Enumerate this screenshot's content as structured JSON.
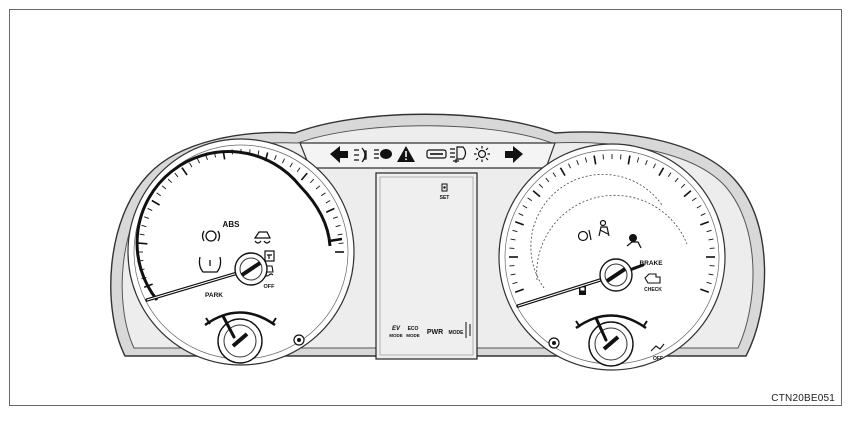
{
  "diagram": {
    "figure_code": "CTN20BE051",
    "left_gauge": {
      "abs_label": "ABS",
      "park_label": "PARK",
      "off_label": "OFF"
    },
    "center_display": {
      "set_label": "SET",
      "ev_label": "EV",
      "mode_label": "MODE",
      "eco_label": "ECO",
      "eco_mode_label": "MODE",
      "pwr_label": "PWR",
      "pwr_mode_label": "MODE"
    },
    "right_gauge": {
      "brake_label": "BRAKE",
      "check_label": "CHECK",
      "off_label": "OFF"
    },
    "icons": {
      "top_bar": [
        "turn-left-arrow-icon",
        "front-fog-icon",
        "high-beam-icon",
        "master-warning-icon",
        "readiness-icon",
        "headlight-level-icon",
        "tail-light-icon",
        "turn-right-arrow-icon"
      ],
      "left": [
        "brake-warning-icon",
        "tire-pressure-icon",
        "abs-icon",
        "slip-indicator-icon",
        "power-steering-icon",
        "vsc-off-icon",
        "parking-brake-icon"
      ],
      "right": [
        "airbag-icon",
        "seatbelt-icon",
        "oil-pressure-icon",
        "engine-check-icon",
        "low-fuel-icon",
        "passenger-airbag-icon"
      ]
    }
  }
}
